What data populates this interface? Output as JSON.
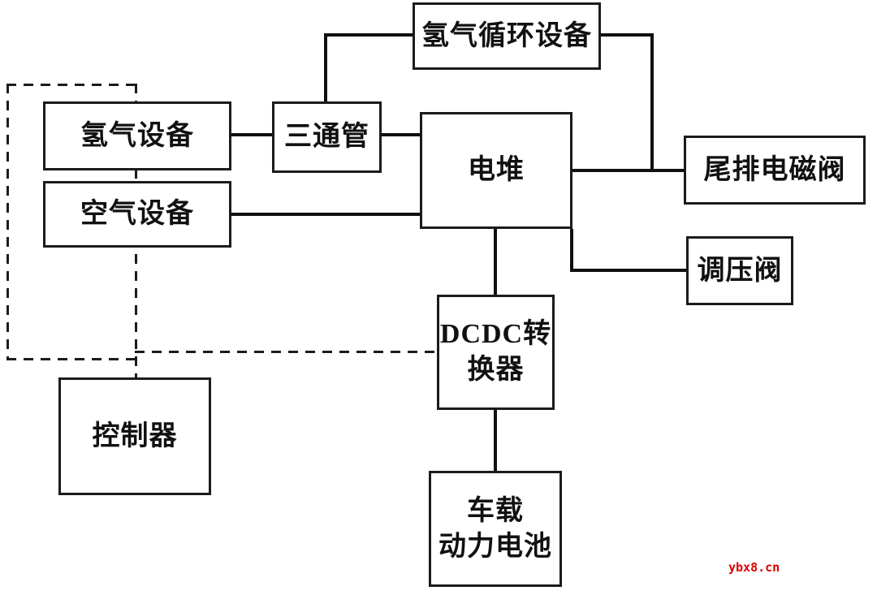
{
  "diagram": {
    "title_semantic": "fuel-cell-system-block-diagram",
    "nodes": {
      "h2_circulation": {
        "label": "氢气循环设备"
      },
      "h2_equipment": {
        "label": "氢气设备"
      },
      "tee_pipe": {
        "label": "三通管"
      },
      "air_equipment": {
        "label": "空气设备"
      },
      "stack": {
        "label": "电堆"
      },
      "tail_solenoid_valve": {
        "label": "尾排电磁阀"
      },
      "pressure_regulating_valve": {
        "label": "调压阀"
      },
      "dcdc_converter": {
        "label": "DCDC转\n换器"
      },
      "controller": {
        "label": "控制器"
      },
      "vehicle_battery": {
        "label": "车载\n动力电池"
      }
    },
    "edges": [
      "氢气设备 - 三通管",
      "三通管 - 电堆",
      "三通管 - 氢气循环设备",
      "氢气循环设备 - 尾排电磁阀线",
      "空气设备 - 电堆",
      "电堆 - 尾排电磁阀",
      "电堆 - 调压阀",
      "电堆 - DCDC转换器",
      "DCDC转换器 - 车载动力电池",
      "控制器 -- 虚线框(氢气设备/空气设备) -- DCDC转换器"
    ],
    "watermark": {
      "text": "ybx8.cn",
      "color": "#dd0000"
    },
    "colors": {
      "line": "#101010",
      "box_border": "#1b1b1b",
      "box_bg": "#ffffff",
      "background": "#ffffff"
    }
  }
}
